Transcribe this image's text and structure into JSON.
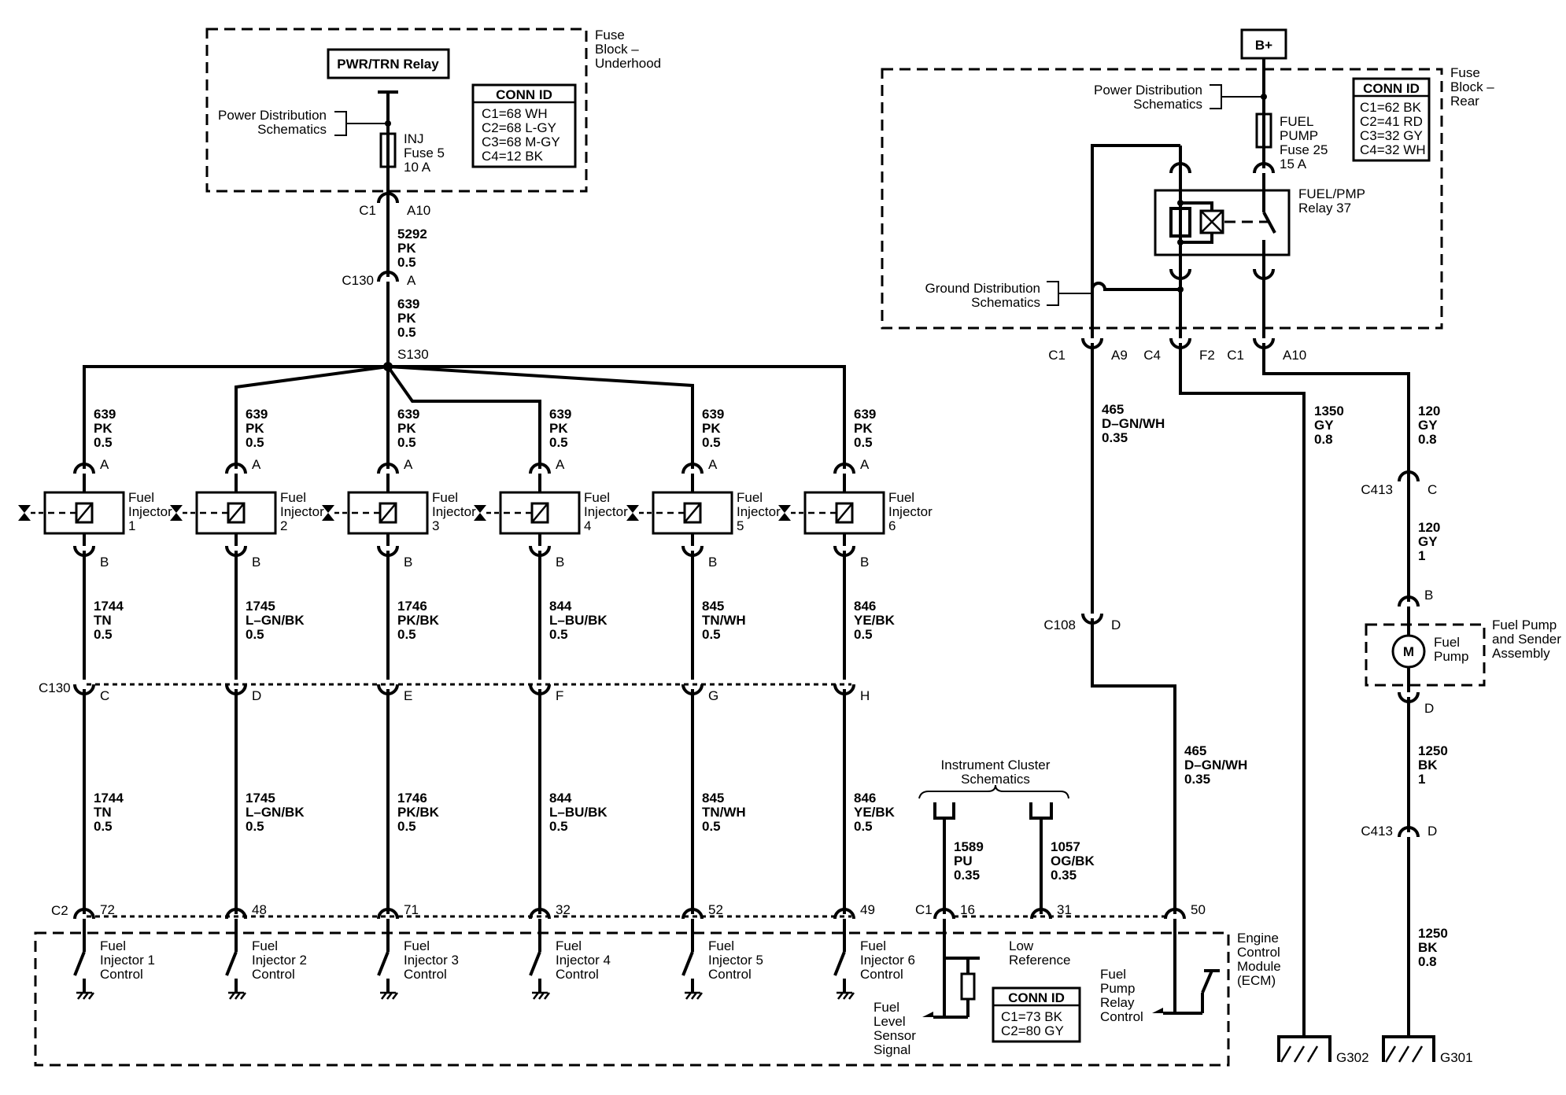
{
  "fuse_block_underhood": {
    "title": [
      "Fuse",
      "Block –",
      "Underhood"
    ],
    "relay": "PWR/TRN Relay",
    "power_dist": [
      "Power Distribution",
      "Schematics"
    ],
    "fuse": [
      "INJ",
      "Fuse 5",
      "10 A"
    ],
    "conn_id": {
      "header": "CONN ID",
      "rows": [
        "C1=68 WH",
        "C2=68 L-GY",
        "C3=68 M-GY",
        "C4=12 BK"
      ]
    }
  },
  "feed": {
    "c1": "C1",
    "a10": "A10",
    "w1": [
      "5292",
      "PK",
      "0.5"
    ],
    "c130": "C130",
    "a": "A",
    "w2": [
      "639",
      "PK",
      "0.5"
    ],
    "splice": "S130"
  },
  "injectors": [
    {
      "feed": [
        "639",
        "PK",
        "0.5"
      ],
      "pinA": "A",
      "pinB": "B",
      "name": [
        "Fuel",
        "Injector",
        "1"
      ],
      "w1": [
        "1744",
        "TN",
        "0.5"
      ],
      "c130pin": "C",
      "w2": [
        "1744",
        "TN",
        "0.5"
      ],
      "ecmpin": "72",
      "ecm": [
        "Fuel",
        "Injector 1",
        "Control"
      ]
    },
    {
      "feed": [
        "639",
        "PK",
        "0.5"
      ],
      "pinA": "A",
      "pinB": "B",
      "name": [
        "Fuel",
        "Injector",
        "2"
      ],
      "w1": [
        "1745",
        "L–GN/BK",
        "0.5"
      ],
      "c130pin": "D",
      "w2": [
        "1745",
        "L–GN/BK",
        "0.5"
      ],
      "ecmpin": "48",
      "ecm": [
        "Fuel",
        "Injector 2",
        "Control"
      ]
    },
    {
      "feed": [
        "639",
        "PK",
        "0.5"
      ],
      "pinA": "A",
      "pinB": "B",
      "name": [
        "Fuel",
        "Injector",
        "3"
      ],
      "w1": [
        "1746",
        "PK/BK",
        "0.5"
      ],
      "c130pin": "E",
      "w2": [
        "1746",
        "PK/BK",
        "0.5"
      ],
      "ecmpin": "71",
      "ecm": [
        "Fuel",
        "Injector 3",
        "Control"
      ]
    },
    {
      "feed": [
        "639",
        "PK",
        "0.5"
      ],
      "pinA": "A",
      "pinB": "B",
      "name": [
        "Fuel",
        "Injector",
        "4"
      ],
      "w1": [
        "844",
        "L–BU/BK",
        "0.5"
      ],
      "c130pin": "F",
      "w2": [
        "844",
        "L–BU/BK",
        "0.5"
      ],
      "ecmpin": "32",
      "ecm": [
        "Fuel",
        "Injector 4",
        "Control"
      ]
    },
    {
      "feed": [
        "639",
        "PK",
        "0.5"
      ],
      "pinA": "A",
      "pinB": "B",
      "name": [
        "Fuel",
        "Injector",
        "5"
      ],
      "w1": [
        "845",
        "TN/WH",
        "0.5"
      ],
      "c130pin": "G",
      "w2": [
        "845",
        "TN/WH",
        "0.5"
      ],
      "ecmpin": "52",
      "ecm": [
        "Fuel",
        "Injector 5",
        "Control"
      ]
    },
    {
      "feed": [
        "639",
        "PK",
        "0.5"
      ],
      "pinA": "A",
      "pinB": "B",
      "name": [
        "Fuel",
        "Injector",
        "6"
      ],
      "w1": [
        "846",
        "YE/BK",
        "0.5"
      ],
      "c130pin": "H",
      "w2": [
        "846",
        "YE/BK",
        "0.5"
      ],
      "ecmpin": "49",
      "ecm": [
        "Fuel",
        "Injector 6",
        "Control"
      ]
    }
  ],
  "c130_label": "C130",
  "c2_label": "C2",
  "c1_label": "C1",
  "fuse_block_rear": {
    "bplus": "B+",
    "title": [
      "Fuse",
      "Block –",
      "Rear"
    ],
    "power_dist": [
      "Power Distribution",
      "Schematics"
    ],
    "fuse": [
      "FUEL",
      "PUMP",
      "Fuse 25",
      "15 A"
    ],
    "relay": [
      "FUEL/PMP",
      "Relay 37"
    ],
    "ground_dist": [
      "Ground Distribution",
      "Schematics"
    ],
    "conn_id": {
      "header": "CONN ID",
      "rows": [
        "C1=62 BK",
        "C2=41 RD",
        "C3=32 GY",
        "C4=32 WH"
      ]
    },
    "pins": {
      "c1a": "C1",
      "a9": "A9",
      "c4": "C4",
      "f2": "F2",
      "c1b": "C1",
      "a10": "A10"
    }
  },
  "right_wires": {
    "w465a": [
      "465",
      "D–GN/WH",
      "0.35"
    ],
    "w1350": [
      "1350",
      "GY",
      "0.8"
    ],
    "w120a": [
      "120",
      "GY",
      "0.8"
    ],
    "c413": "C413",
    "pinC": "C",
    "w120b": [
      "120",
      "GY",
      "1"
    ],
    "pinB": "B",
    "c108": "C108",
    "pinD": "D",
    "w465b": [
      "465",
      "D–GN/WH",
      "0.35"
    ],
    "pump": [
      "Fuel",
      "Pump"
    ],
    "pump_motor": "M",
    "pump_assy": [
      "Fuel Pump",
      "and Sender",
      "Assembly"
    ],
    "pinD2": "D",
    "w1250a": [
      "1250",
      "BK",
      "1"
    ],
    "c413b": "C413",
    "pinD3": "D",
    "w1250b": [
      "1250",
      "BK",
      "0.8"
    ],
    "g302": "G302",
    "g301": "G301"
  },
  "cluster": {
    "title": [
      "Instrument Cluster",
      "Schematics"
    ],
    "w1589": [
      "1589",
      "PU",
      "0.35"
    ],
    "w1057": [
      "1057",
      "OG/BK",
      "0.35"
    ],
    "pin16": "16",
    "pin31": "31",
    "pin50": "50"
  },
  "ecm": {
    "title": [
      "Engine",
      "Control",
      "Module",
      "(ECM)"
    ],
    "low_ref": [
      "Low",
      "Reference"
    ],
    "fuel_level": [
      "Fuel",
      "Level",
      "Sensor",
      "Signal"
    ],
    "pump_relay": [
      "Fuel",
      "Pump",
      "Relay",
      "Control"
    ],
    "conn_id": {
      "header": "CONN ID",
      "rows": [
        "C1=73 BK",
        "C2=80 GY"
      ]
    }
  }
}
